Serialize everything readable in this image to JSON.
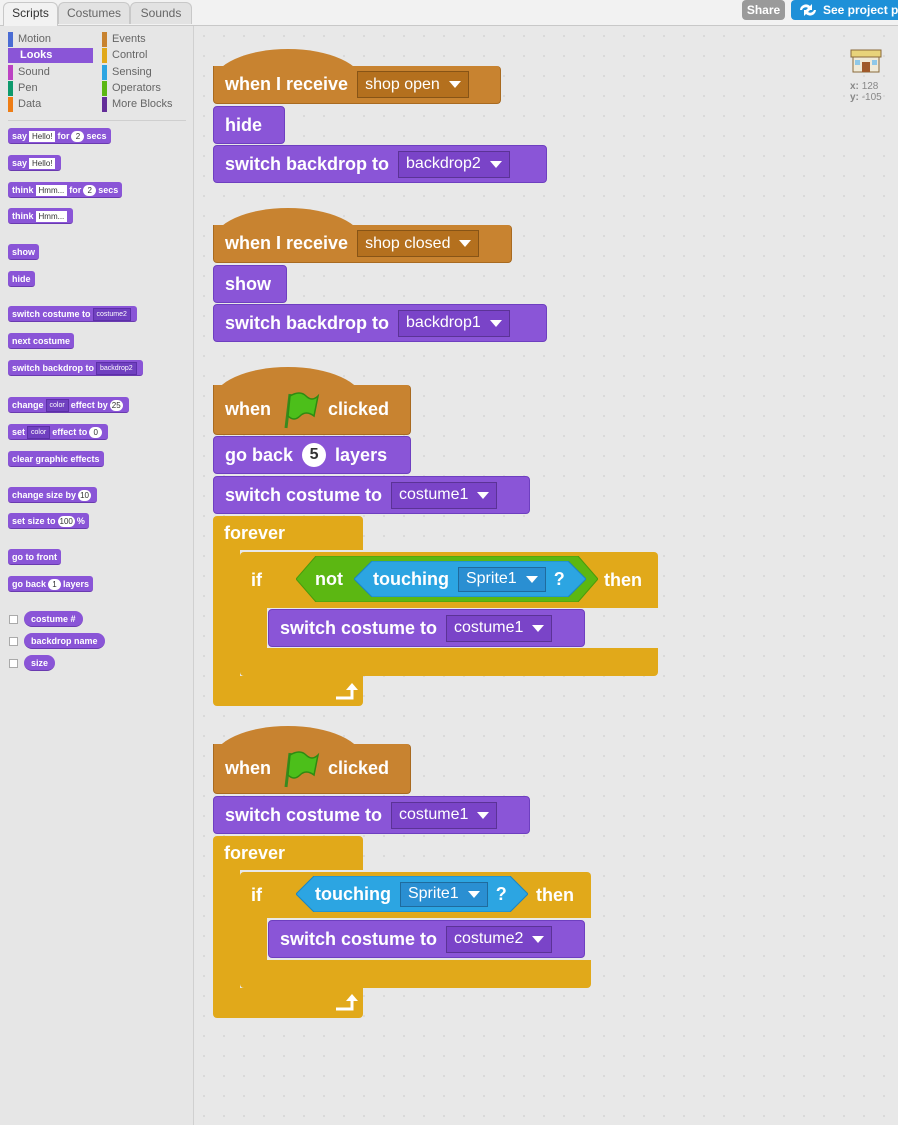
{
  "tabs": {
    "scripts": "Scripts",
    "costumes": "Costumes",
    "sounds": "Sounds"
  },
  "header": {
    "share": "Share",
    "see_project": "See project pa"
  },
  "categories": [
    {
      "label": "Motion",
      "color": "#4a6cd4"
    },
    {
      "label": "Looks",
      "color": "#8a55d7",
      "selected": true
    },
    {
      "label": "Sound",
      "color": "#bb42c3"
    },
    {
      "label": "Pen",
      "color": "#0e9a6c"
    },
    {
      "label": "Data",
      "color": "#ee7d16"
    },
    {
      "label": "Events",
      "color": "#c88330"
    },
    {
      "label": "Control",
      "color": "#e1a91a"
    },
    {
      "label": "Sensing",
      "color": "#2ca5e2"
    },
    {
      "label": "Operators",
      "color": "#5cb712"
    },
    {
      "label": "More Blocks",
      "color": "#632d99"
    }
  ],
  "palette": {
    "say_secs": {
      "say": "say",
      "hello": "Hello!",
      "for": "for",
      "n": "2",
      "secs": "secs"
    },
    "say": {
      "say": "say",
      "hello": "Hello!"
    },
    "think_secs": {
      "think": "think",
      "hmm": "Hmm...",
      "for": "for",
      "n": "2",
      "secs": "secs"
    },
    "think": {
      "think": "think",
      "hmm": "Hmm..."
    },
    "show": "show",
    "hide": "hide",
    "switch_costume": {
      "label": "switch costume to",
      "value": "costume2"
    },
    "next_costume": "next costume",
    "switch_backdrop": {
      "label": "switch backdrop to",
      "value": "backdrop2"
    },
    "change_effect": {
      "change": "change",
      "effect": "color",
      "by": "effect by",
      "n": "25"
    },
    "set_effect": {
      "set": "set",
      "effect": "color",
      "to": "effect to",
      "n": "0"
    },
    "clear_effects": "clear graphic effects",
    "change_size": {
      "label": "change size by",
      "n": "10"
    },
    "set_size": {
      "label": "set size to",
      "n": "100",
      "pct": "%"
    },
    "go_front": "go to front",
    "go_back": {
      "go": "go back",
      "n": "1",
      "layers": "layers"
    },
    "reporters": [
      "costume #",
      "backdrop name",
      "size"
    ]
  },
  "sprite_info": {
    "x_label": "x:",
    "x": "128",
    "y_label": "y:",
    "y": "-105"
  },
  "script1": {
    "hat": "when I receive",
    "msg": "shop open",
    "b1": "hide",
    "b2": "switch backdrop to",
    "b2v": "backdrop2"
  },
  "script2": {
    "hat": "when I receive",
    "msg": "shop closed",
    "b1": "show",
    "b2": "switch backdrop to",
    "b2v": "backdrop1"
  },
  "script3": {
    "when": "when",
    "clicked": "clicked",
    "goback": "go back",
    "n": "5",
    "layers": "layers",
    "switch": "switch costume to",
    "switchv": "costume1",
    "forever": "forever",
    "if": "if",
    "not": "not",
    "touching": "touching",
    "sprite": "Sprite1",
    "q": "?",
    "then": "then",
    "inner": "switch costume to",
    "innerv": "costume1"
  },
  "script4": {
    "when": "when",
    "clicked": "clicked",
    "switch": "switch costume to",
    "switchv": "costume1",
    "forever": "forever",
    "if": "if",
    "touching": "touching",
    "sprite": "Sprite1",
    "q": "?",
    "then": "then",
    "inner": "switch costume to",
    "innerv": "costume2"
  }
}
